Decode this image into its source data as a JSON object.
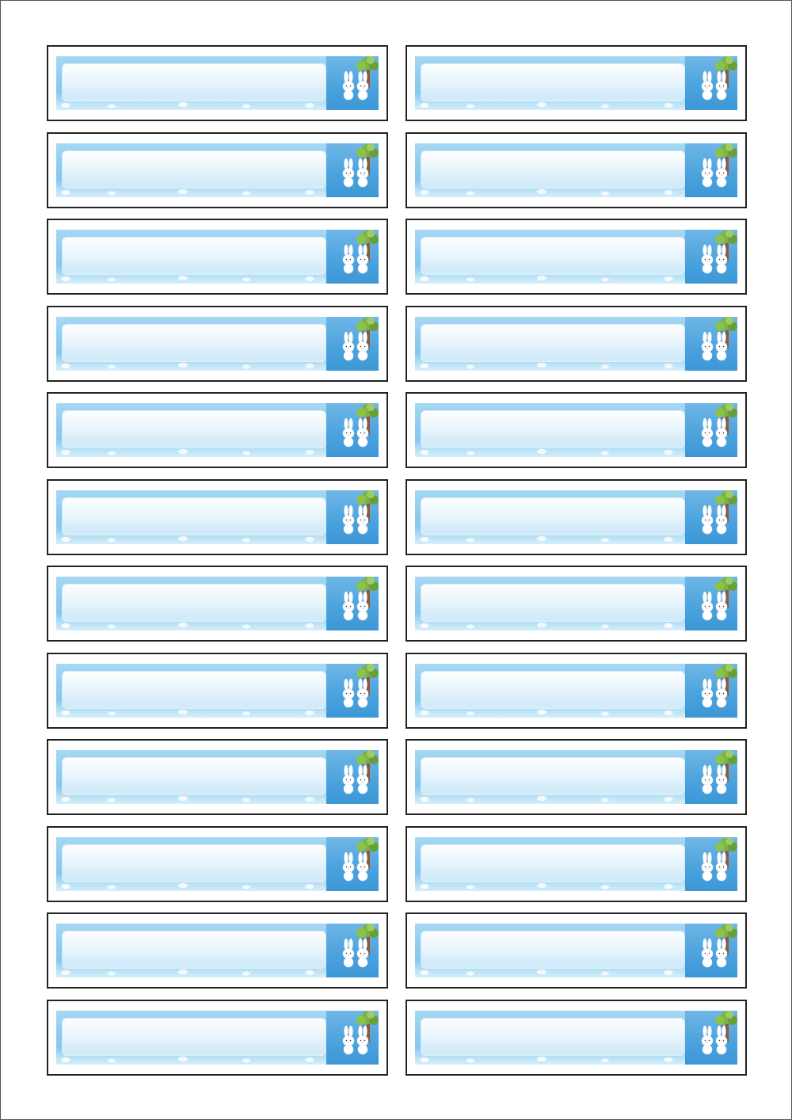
{
  "sheet": {
    "label_count": 24,
    "columns": 2,
    "rows": 12,
    "text_on_labels": []
  },
  "colors": {
    "paper": "#ffffff",
    "label_border": "#222222",
    "sky_light": "#a6d8f3",
    "sky_dark": "#3d97d6",
    "tree_leaves": "#7cb342",
    "tree_trunk": "#8d5a3b",
    "bunny": "#ffffff"
  },
  "decoration_icons": [
    "tree-icon",
    "bunny-pair-icon",
    "grass-icon"
  ]
}
